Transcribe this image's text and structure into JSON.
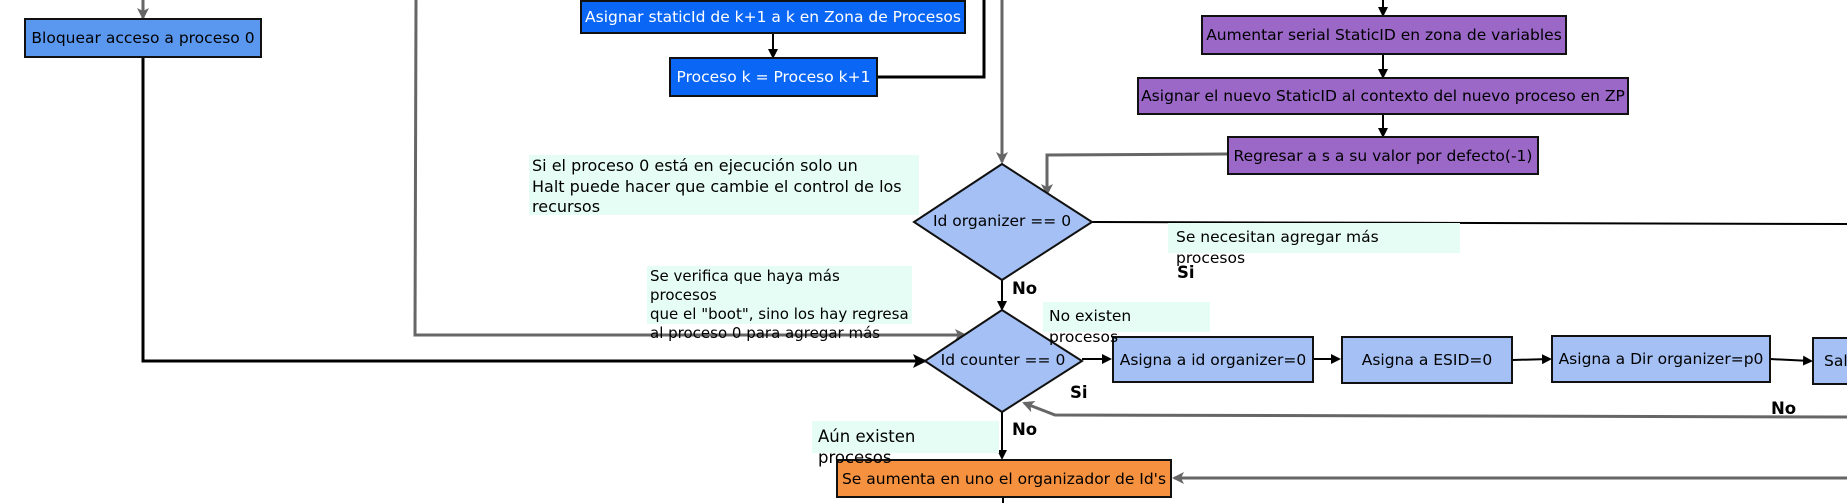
{
  "boxes": {
    "bloquear": "Bloquear acceso a proceso 0",
    "asignar_static": "Asignar staticId de k+1 a k en Zona de Procesos",
    "proceso_k": "Proceso k = Proceso k+1",
    "aumentar_serial": "Aumentar serial StaticID en zona de variables",
    "asignar_nuevo": "Asignar el nuevo StaticID al contexto del nuevo proceso en ZP",
    "regresar_s": "Regresar a s a su valor por defecto(-1)",
    "asigna_id_org": "Asigna a id organizer=0",
    "asigna_esid": "Asigna a ESID=0",
    "asigna_dir": "Asigna a Dir organizer=p0",
    "salto_partial": "Salt",
    "aumenta_org": "Se aumenta en uno el organizador de Id's"
  },
  "decisions": {
    "id_organizer": "Id organizer == 0",
    "id_counter": "Id counter == 0"
  },
  "notes": {
    "halt_line1": "Si el proceso 0 está en ejecución solo un",
    "halt_line2": "Halt puede hacer que cambie  el control de los",
    "halt_line3": "recursos",
    "verifica_line1": "Se verifica que haya más procesos",
    "verifica_line2": "que el \"boot\", sino los hay regresa",
    "verifica_line3": "al proceso 0 para agregar más",
    "necesitan": "Se necesitan  agregar más procesos",
    "no_existen": "No existen procesos",
    "aun_existen": "Aún existen procesos"
  },
  "labels": {
    "no_1": "No",
    "si_1": "Si",
    "si_2": "Si",
    "no_2": "No",
    "no_3": "No"
  },
  "colors": {
    "blue_dark": "#0a66f5",
    "blue_mid": "#5a98f0",
    "blue_light": "#a4c0f4",
    "purple": "#9b68c8",
    "orange": "#f5913f",
    "note_bg": "#e6fdf6",
    "gray_connector": "#666666",
    "black_connector": "#000000"
  }
}
